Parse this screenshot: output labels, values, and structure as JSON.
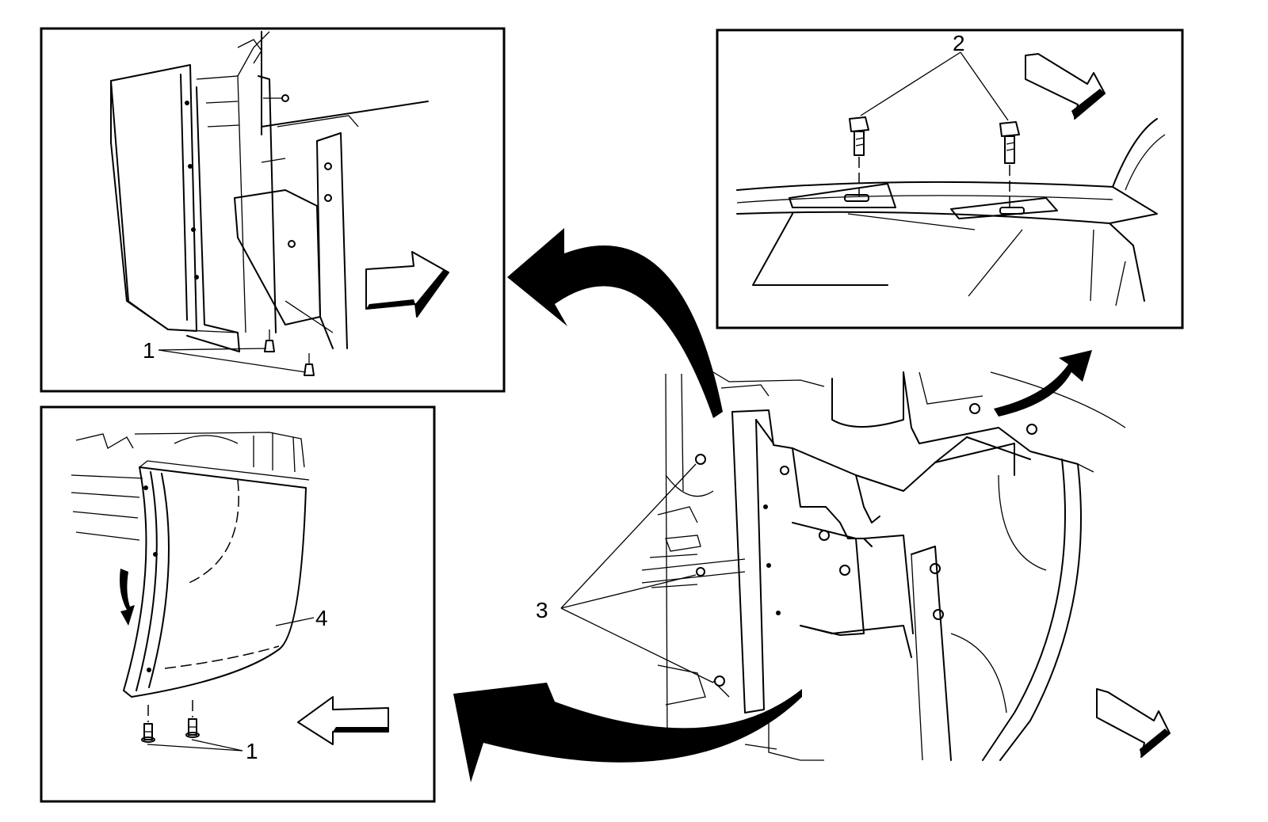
{
  "callouts": {
    "fastener_bottom_top_view": "1",
    "fastener_bottom_lower_view": "1",
    "bolts_top": "2",
    "fasteners_side": "3",
    "mud_flap": "4"
  }
}
